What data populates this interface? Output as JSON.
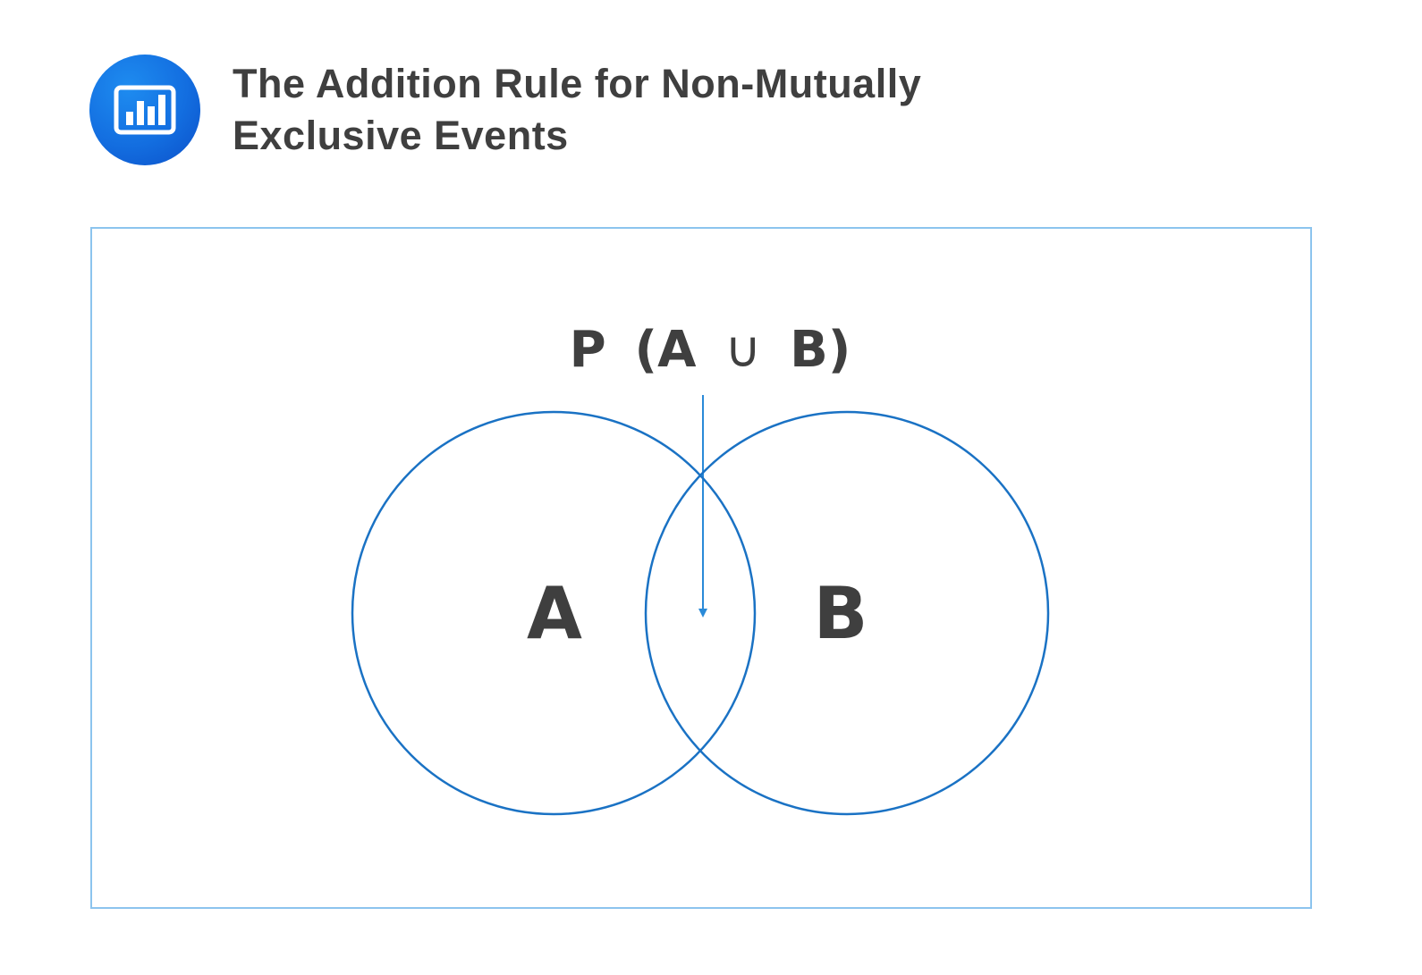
{
  "header": {
    "icon": "bar-chart-icon",
    "title_line1": "The Addition Rule for Non-Mutually",
    "title_line2": "Exclusive Events"
  },
  "diagram": {
    "formula": {
      "p": "P",
      "open": "(A",
      "union": "∪",
      "close": "B)"
    },
    "set_a_label": "A",
    "set_b_label": "B",
    "colors": {
      "circle_stroke": "#1a72c4",
      "arrow": "#2a8ad8",
      "frame": "#8cc4ee",
      "text": "#3f3f3f",
      "badge": "#136ee0"
    }
  }
}
